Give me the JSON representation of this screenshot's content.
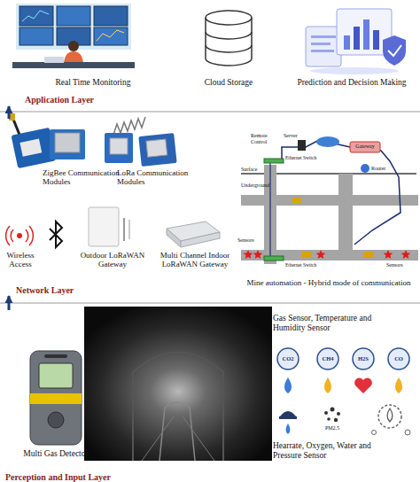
{
  "diagram": {
    "nodes": [
      {
        "text": [
          "Application Layer"
        ]
      },
      {
        "text": [
          "Network Layer"
        ]
      },
      {
        "text": [
          "Perception and Input Layer"
        ]
      }
    ],
    "edges": [
      {
        "from": 2,
        "to": 1,
        "arrow": "to"
      },
      {
        "from": 1,
        "to": 0,
        "arrow": "to"
      }
    ],
    "labels": [
      "Real Time Monitoring",
      "Cloud Storage",
      "Prediction and Decision Making",
      "ZigBee Communication Modules",
      "LoRa Communication Modules",
      "Wireless Access",
      "Outdoor LoRaWAN Gateway",
      "Multi Channel Indoor LoRaWAN Gateway",
      "Remote Control",
      "Server",
      "Gateway",
      "Ethernet Switch",
      "Surface",
      "Underground",
      "Router",
      "Sensors",
      "Ethernet Switch",
      "Sensors",
      "Mine automation - Hybrid mode of communication",
      "Gas Sensor, Temperature and Humidity Sensor",
      "CO2",
      "CH4",
      "H2S",
      "CO",
      "PM2.5",
      "Multi Gas Detector",
      "Hearrate, Oxygen, Water and Pressure Sensor"
    ]
  }
}
